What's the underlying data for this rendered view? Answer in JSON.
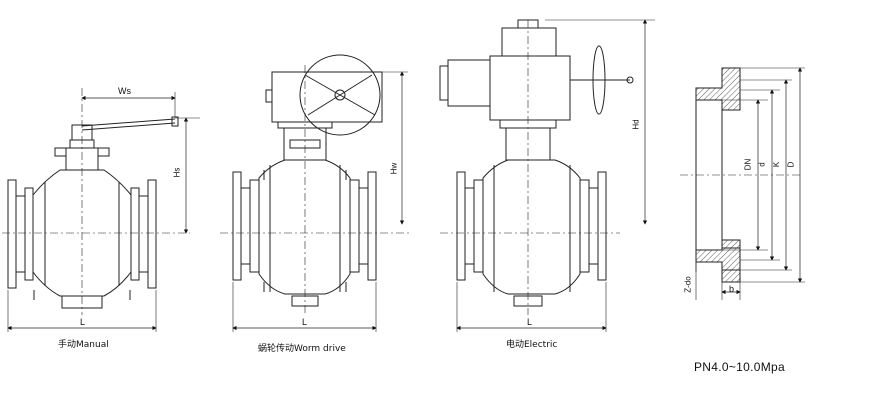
{
  "views": {
    "manual": {
      "caption": "手动Manual",
      "dim_top": "Ws",
      "dim_height": "Hs",
      "dim_length": "L"
    },
    "worm": {
      "caption": "蜗轮传动Worm drive",
      "dim_height": "Hw",
      "dim_length": "L"
    },
    "electric": {
      "caption": "电动Electric",
      "dim_height": "Hd",
      "dim_length": "L"
    },
    "flange": {
      "dims": [
        "DN",
        "d",
        "K",
        "D"
      ],
      "dim_bolt": "Z-do",
      "dim_b": "b"
    }
  },
  "pressure_rating": "PN4.0~10.0Mpa"
}
